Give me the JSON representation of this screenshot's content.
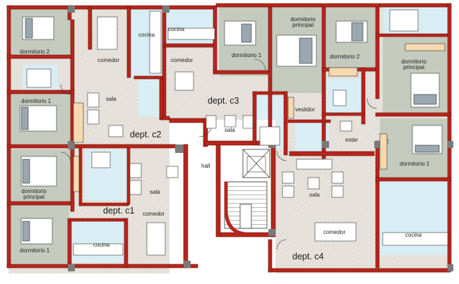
{
  "rooms": {
    "dorm2_left": "dormitorio 2",
    "cocina_c2": "cocina",
    "comedor_c2": "comedor",
    "sala_c2": "sala",
    "dorm1_left": "dormitorio 1",
    "dorm_principal_left": "dormitorio principal",
    "cocina_c3": "cocina",
    "comedor_c3": "comedor",
    "dorm1_c3": "dormitorio 1",
    "dorm_principal_c3": "dormitorio principal",
    "sala_c3": "sala",
    "vestidor": "vestidor",
    "hall": "hall",
    "dorm2_right": "dormitorio 2",
    "dorm_principal_right": "dormitorio principal",
    "estar": "estar",
    "dorm1_right": "dormitorio 1",
    "sala_c4": "sala",
    "comedor_c4": "comedor",
    "cocina_c4": "cocina",
    "comedor_c1": "comedor",
    "sala_c1": "sala",
    "dorm1_c1": "dormitorio 1",
    "cocina_c1": "cocina"
  },
  "apartments": {
    "c1": "dept. c1",
    "c2": "dept. c2",
    "c3": "dept. c3",
    "c4": "dept. c4"
  },
  "colors": {
    "wall": "#b5261c",
    "wall_edge": "#6e0f0a",
    "bedroom_floor": "#c4cabd",
    "tile_floor": "#e6e1db",
    "wet_floor": "#d9eef4",
    "furniture": "#ffffff",
    "outline": "#333333"
  }
}
